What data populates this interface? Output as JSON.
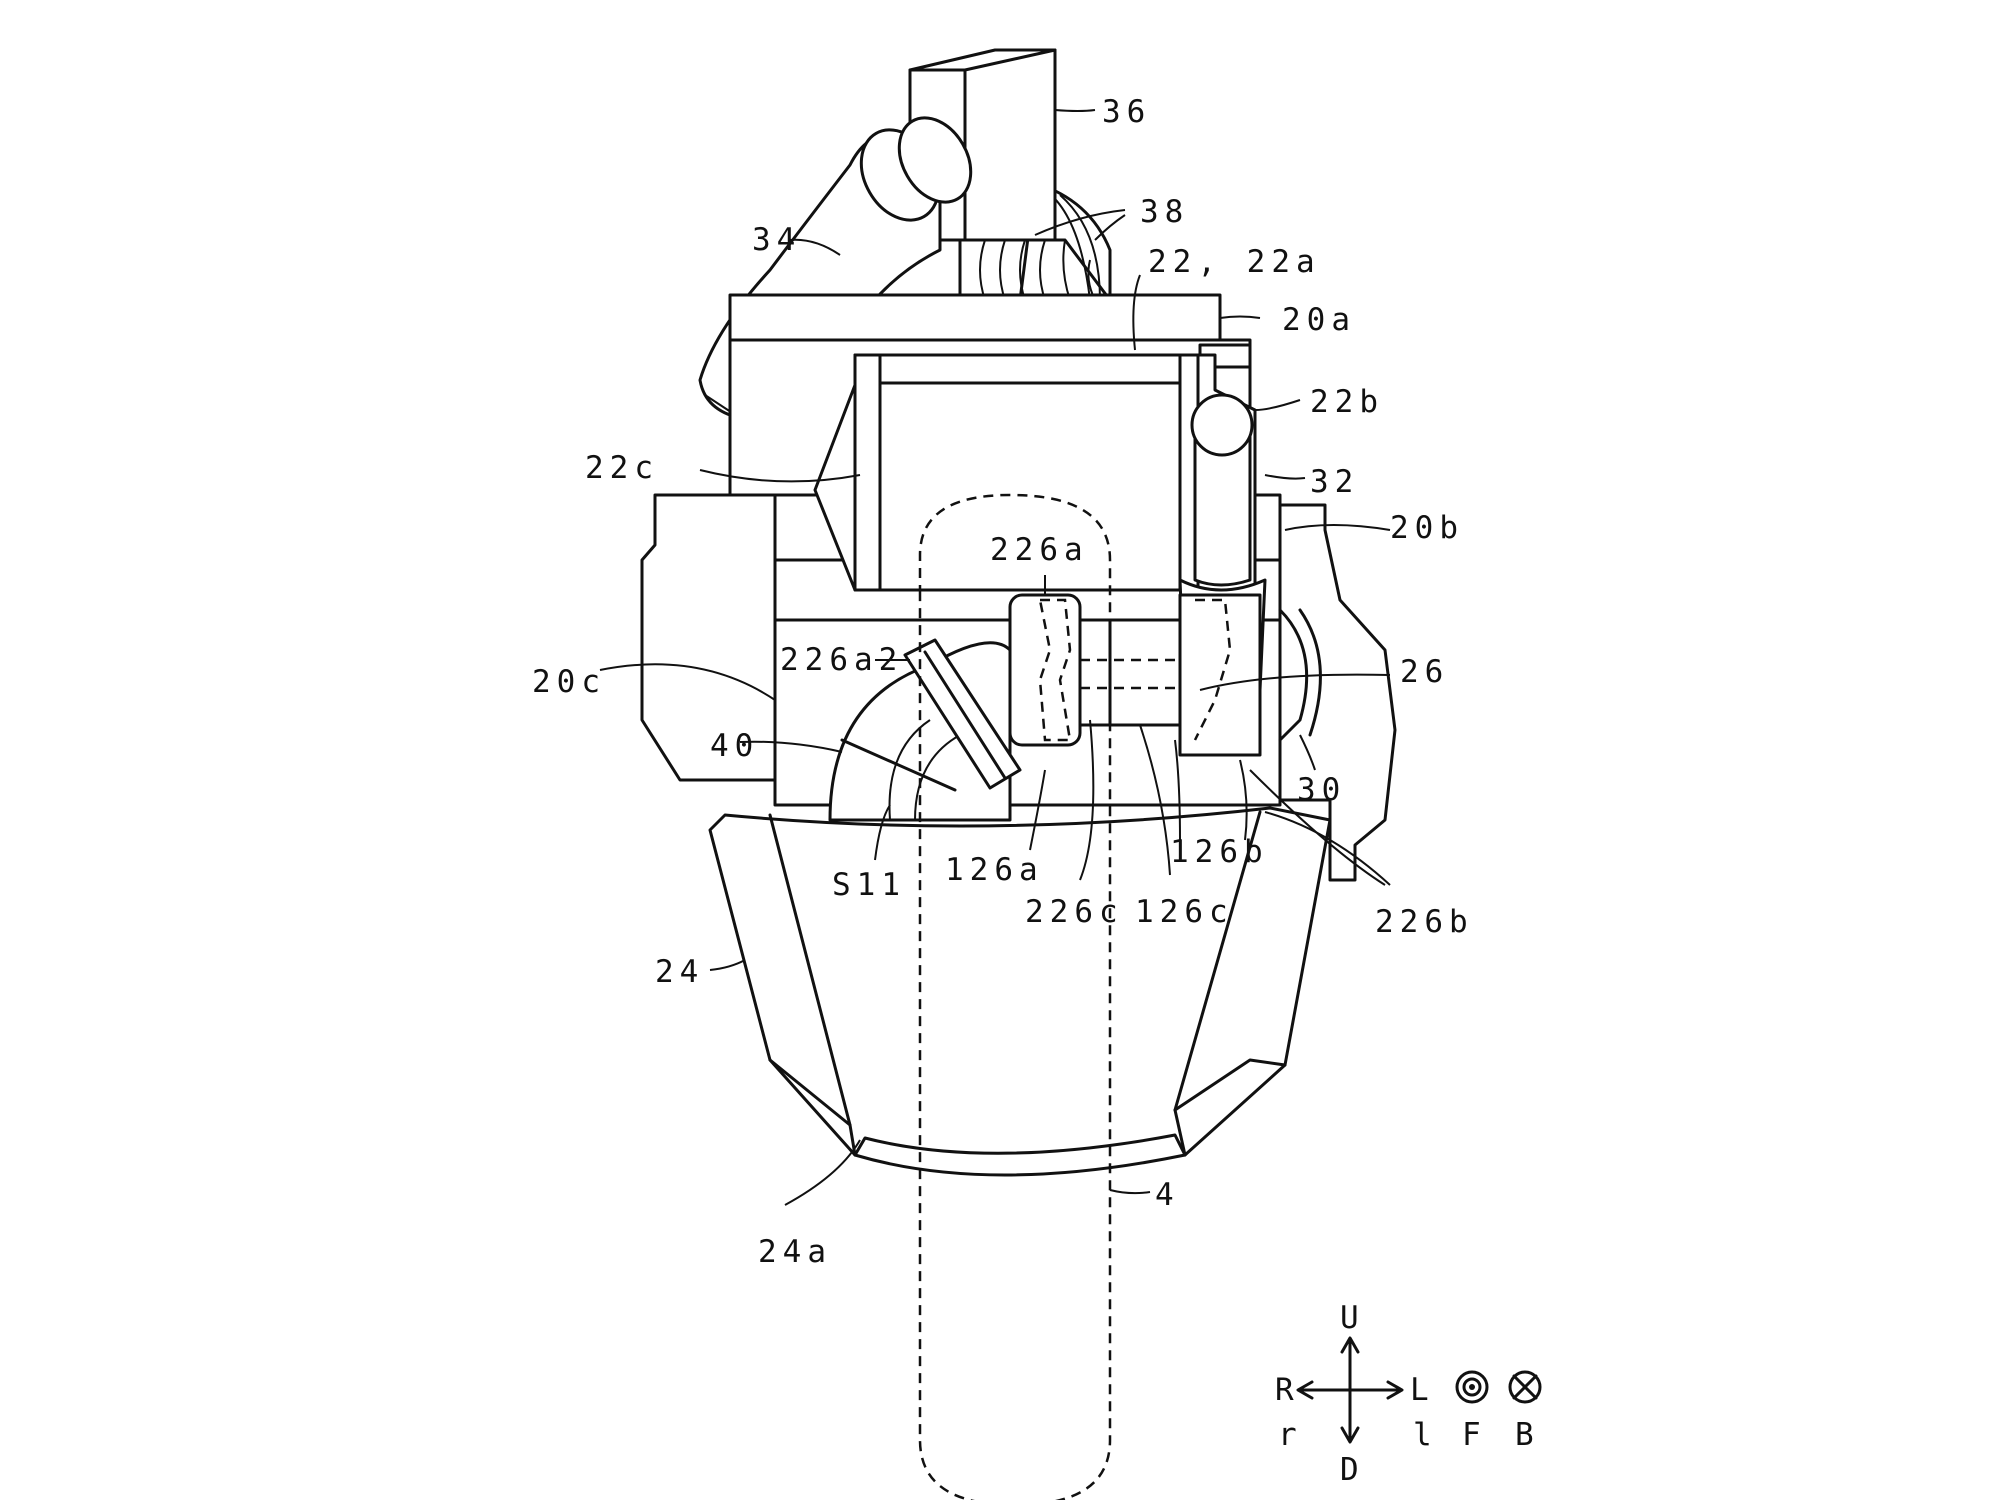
{
  "labels": {
    "l36": "36",
    "l38": "38",
    "l34": "34",
    "l22_22a": "22, 22a",
    "l20a": "20a",
    "l22b": "22b",
    "l22c": "22c",
    "l32": "32",
    "l20b": "20b",
    "l226a": "226a",
    "l226a2": "226a2",
    "l20c": "20c",
    "l26": "26",
    "l40": "40",
    "l30": "30",
    "lS11": "S11",
    "l126a": "126a",
    "l126b": "126b",
    "l226c": "226c",
    "l126c": "126c",
    "l226b": "226b",
    "l24": "24",
    "l4": "4",
    "l24a": "24a"
  },
  "axes": {
    "up": "U",
    "down": "D",
    "right_upper": "R",
    "right_lower": "r",
    "left_upper": "L",
    "left_lower": "l",
    "front": "F",
    "back": "B"
  },
  "symbols": {
    "front": "dot-in-circle-icon",
    "back": "cross-in-circle-icon"
  }
}
